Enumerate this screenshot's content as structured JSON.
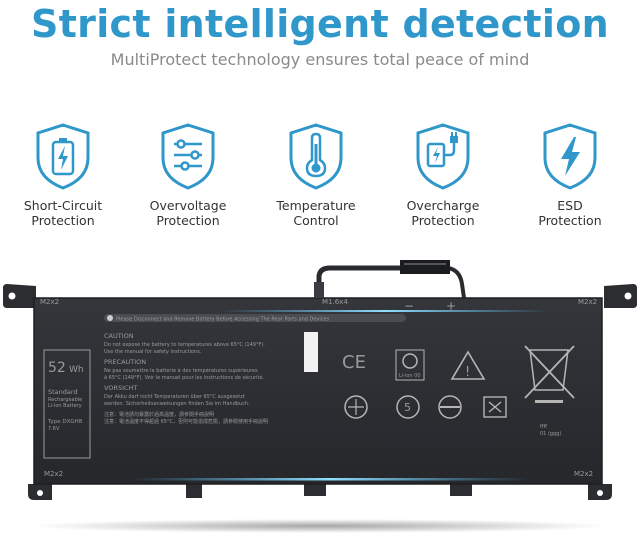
{
  "header": {
    "title": "Strict intelligent detection",
    "subtitle": "MultiProtect technology ensures total peace of mind"
  },
  "features": [
    {
      "icon": "battery-lightning-icon",
      "label": "Short-Circuit\nProtection"
    },
    {
      "icon": "sliders-icon",
      "label": "Overvoltage\nProtection"
    },
    {
      "icon": "thermometer-icon",
      "label": "Temperature\nControl"
    },
    {
      "icon": "plug-icon",
      "label": "Overcharge\nProtection"
    },
    {
      "icon": "lightning-icon",
      "label": "ESD\nProtection"
    }
  ],
  "colors": {
    "accent": "#2f97c9",
    "battery": "#2b2d31"
  },
  "battery": {
    "screw_top_left": "M2x2",
    "screw_top_right": "M2x2",
    "screw_bottom_left": "M2x2",
    "screw_bottom_right": "M2x2",
    "connector_label": "M1.6x4",
    "capacity": "52",
    "capacity_unit": "Wh",
    "standard_lines": [
      "Standard",
      "Rechargeable",
      "Li-ion Battery"
    ],
    "type_label": "Type DXGH8",
    "type_sub": "7.6V",
    "warning_banner": "Please Disconnect and Remove Battery Before Accessing The Rear Parts and Devices",
    "caution_heading": "CAUTION",
    "caution_lines": [
      "Do not expose the battery to temperatures above 65°C (149°F).",
      "Use the manual for safety instructions."
    ],
    "precaution_heading": "PRECAUTION",
    "precaution_lines": [
      "Ne pas soumettre la batterie à des températures supérieures",
      "à 65°C (149°F). Voir le manuel pour les instructions de sécurité."
    ],
    "vorsicht_heading": "VORSICHT",
    "vorsicht_lines": [
      "Der Akku darf nicht Temperaturen über 65°C ausgesetzt",
      "werden. Sicherheitsanweisungen finden Sie im Handbuch."
    ],
    "chinese_lines": [
      "注意：電池請勿暴露於過高溫度，請參閱手冊說明",
      "注意：電池溫度不得超過 65°C，否則可能造成危險，請參閱使用手冊說明"
    ],
    "ce_mark": "CE",
    "recycle_text": "Li-ion 00",
    "weee_small": "ffff",
    "weee_sub": "01 (ggg)"
  }
}
